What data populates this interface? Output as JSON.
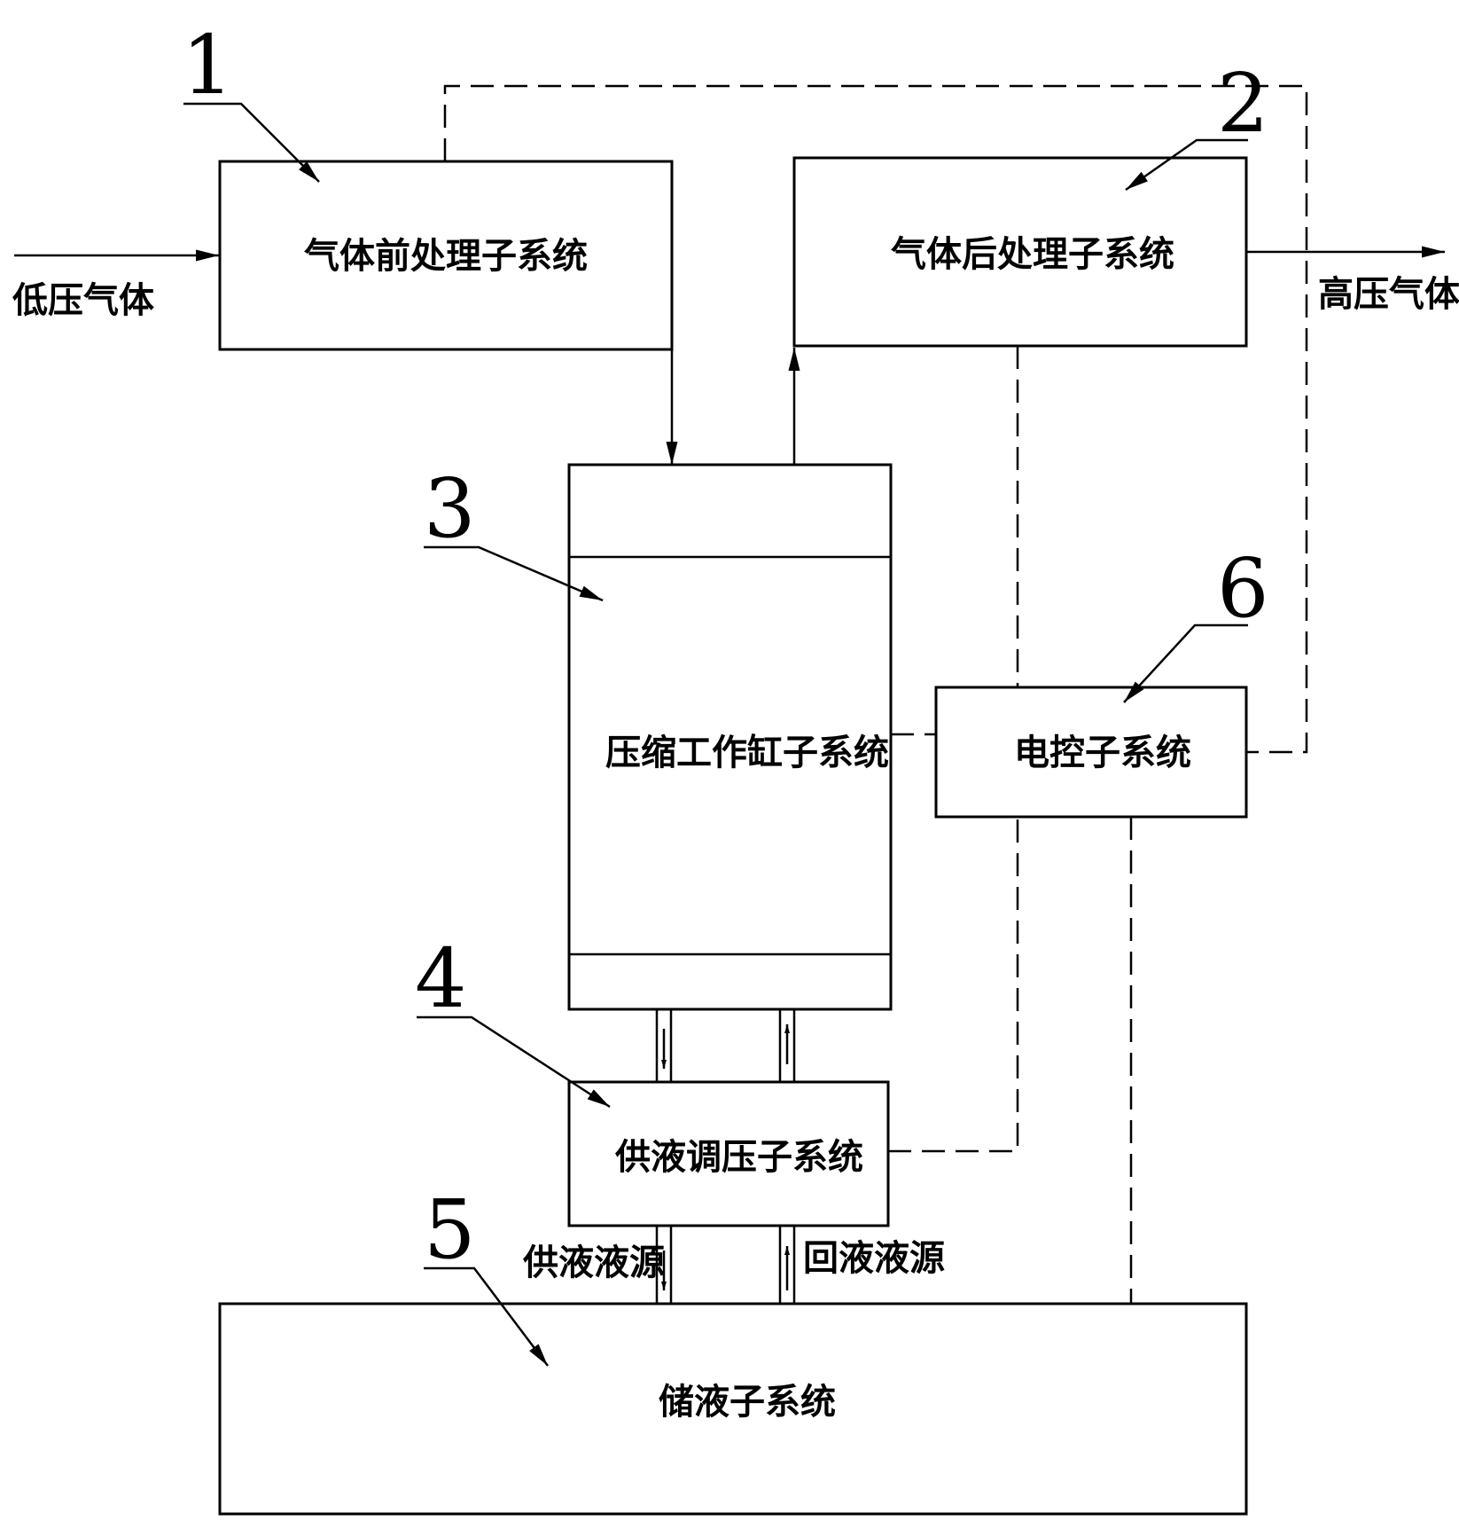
{
  "nodes": {
    "n1": {
      "number": "1",
      "label": "气体前处理子系统"
    },
    "n2": {
      "number": "2",
      "label": "气体后处理子系统"
    },
    "n3": {
      "number": "3",
      "label": "压缩工作缸子系统"
    },
    "n4": {
      "number": "4",
      "label": "供液调压子系统"
    },
    "n5": {
      "number": "5",
      "label": "储液子系统"
    },
    "n6": {
      "number": "6",
      "label": "电控子系统"
    }
  },
  "io": {
    "input": "低压气体",
    "output": "高压气体",
    "supply": "供液液源",
    "return": "回液液源"
  },
  "colors": {
    "line": "#000000",
    "background": "#ffffff"
  }
}
